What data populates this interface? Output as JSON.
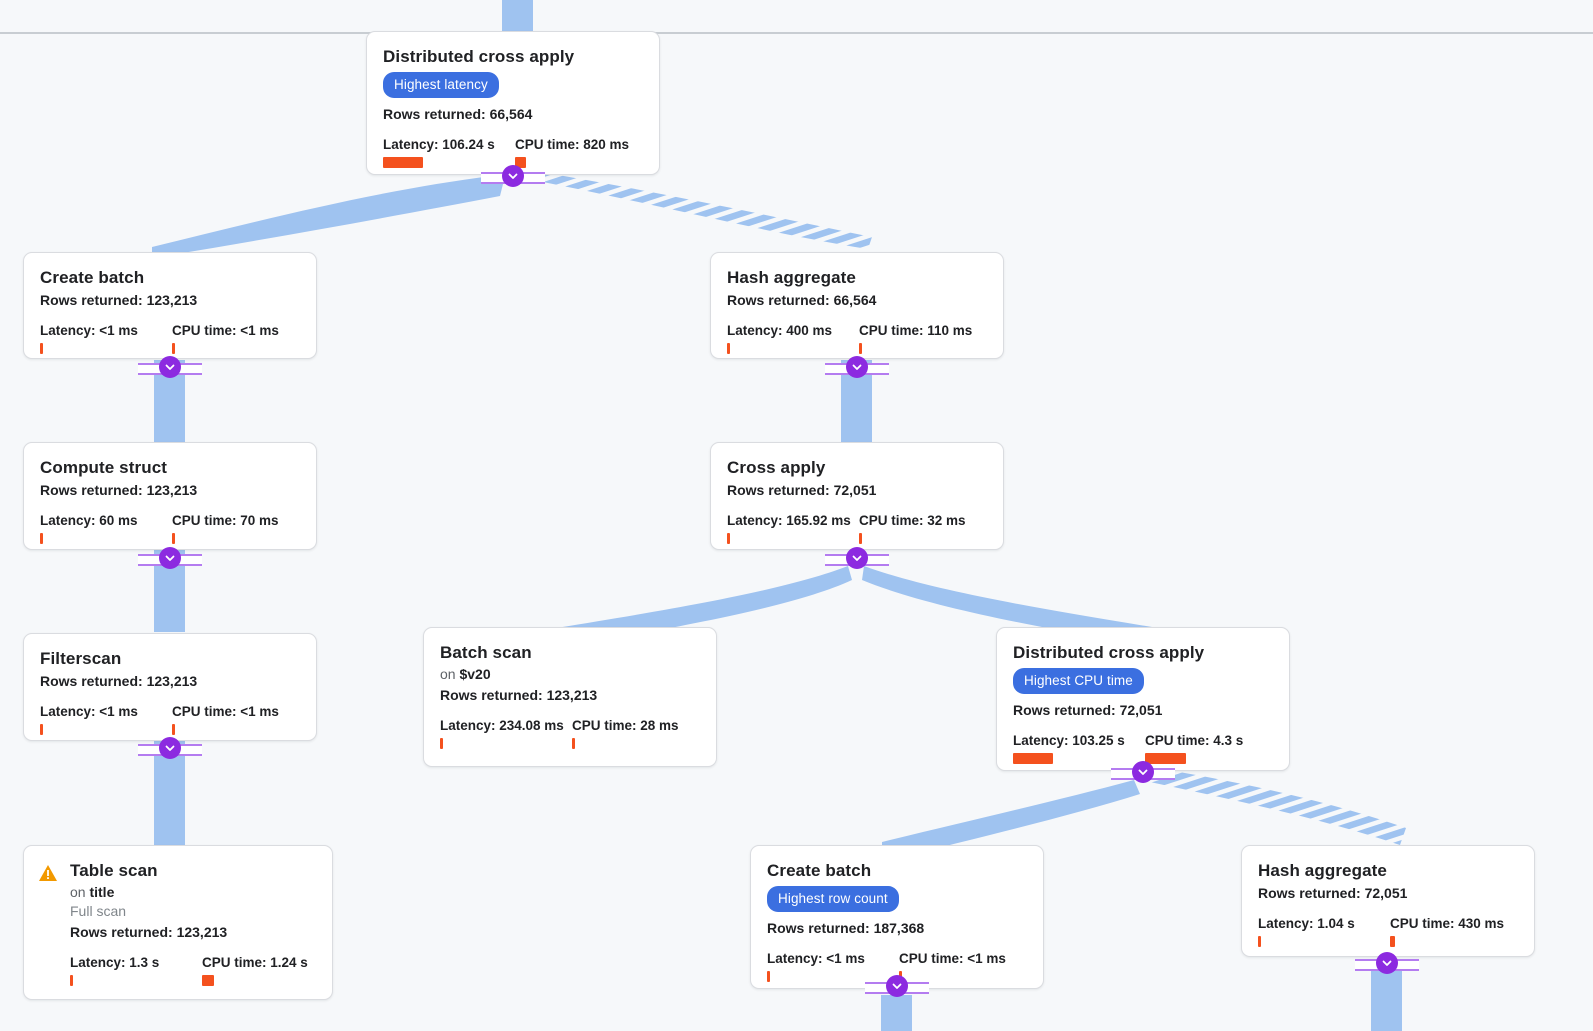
{
  "view": {
    "background_color": "#f6f8fa",
    "edge_color": "#9fc3f0",
    "badge_color": "#3b6fe0",
    "bar_color": "#f4511e",
    "toggle_color": "#8c2ae0"
  },
  "labels": {
    "rows_prefix": "Rows returned: ",
    "latency_prefix": "Latency: ",
    "cpu_prefix": "CPU time: ",
    "on_prefix": "on "
  },
  "nodes": [
    {
      "id": "distributed-cross-apply-root",
      "title": "Distributed cross apply",
      "badge": "Highest latency",
      "rows": "Rows returned: 66,564",
      "latency": "Latency: 106.24 s",
      "cpu": "CPU time: 820 ms",
      "latency_bar_w": 40,
      "cpu_bar_w": 11
    },
    {
      "id": "create-batch-left",
      "title": "Create batch",
      "rows": "Rows returned: 123,213",
      "latency": "Latency: <1 ms",
      "cpu": "CPU time: <1 ms",
      "latency_bar_w": 3,
      "cpu_bar_w": 3
    },
    {
      "id": "hash-aggregate-upper",
      "title": "Hash aggregate",
      "rows": "Rows returned: 66,564",
      "latency": "Latency: 400 ms",
      "cpu": "CPU time: 110 ms",
      "latency_bar_w": 3,
      "cpu_bar_w": 3
    },
    {
      "id": "compute-struct",
      "title": "Compute struct",
      "rows": "Rows returned: 123,213",
      "latency": "Latency: 60 ms",
      "cpu": "CPU time: 70 ms",
      "latency_bar_w": 3,
      "cpu_bar_w": 3
    },
    {
      "id": "cross-apply",
      "title": "Cross apply",
      "rows": "Rows returned: 72,051",
      "latency": "Latency: 165.92 ms",
      "cpu": "CPU time: 32 ms",
      "latency_bar_w": 3,
      "cpu_bar_w": 3
    },
    {
      "id": "filterscan",
      "title": "Filterscan",
      "rows": "Rows returned: 123,213",
      "latency": "Latency: <1 ms",
      "cpu": "CPU time: <1 ms",
      "latency_bar_w": 3,
      "cpu_bar_w": 3
    },
    {
      "id": "batch-scan",
      "title": "Batch scan",
      "on_target": "$v20",
      "rows": "Rows returned: 123,213",
      "latency": "Latency: 234.08 ms",
      "cpu": "CPU time: 28 ms",
      "latency_bar_w": 3,
      "cpu_bar_w": 3
    },
    {
      "id": "distributed-cross-apply-cpu",
      "title": "Distributed cross apply",
      "badge": "Highest CPU time",
      "rows": "Rows returned: 72,051",
      "latency": "Latency: 103.25 s",
      "cpu": "CPU time: 4.3 s",
      "latency_bar_w": 40,
      "cpu_bar_w": 41
    },
    {
      "id": "table-scan",
      "title": "Table scan",
      "warning_icon": "warning-triangle-icon",
      "on_target": "title",
      "scan_type": "Full scan",
      "rows": "Rows returned: 123,213",
      "latency": "Latency: 1.3 s",
      "cpu": "CPU time: 1.24 s",
      "latency_bar_w": 3,
      "cpu_bar_w": 12
    },
    {
      "id": "create-batch-bottom",
      "title": "Create batch",
      "badge": "Highest row count",
      "rows": "Rows returned: 187,368",
      "latency": "Latency: <1 ms",
      "cpu": "CPU time: <1 ms",
      "latency_bar_w": 3,
      "cpu_bar_w": 3
    },
    {
      "id": "hash-aggregate-bottom",
      "title": "Hash aggregate",
      "rows": "Rows returned: 72,051",
      "latency": "Latency: 1.04 s",
      "cpu": "CPU time: 430 ms",
      "latency_bar_w": 3,
      "cpu_bar_w": 5
    }
  ]
}
